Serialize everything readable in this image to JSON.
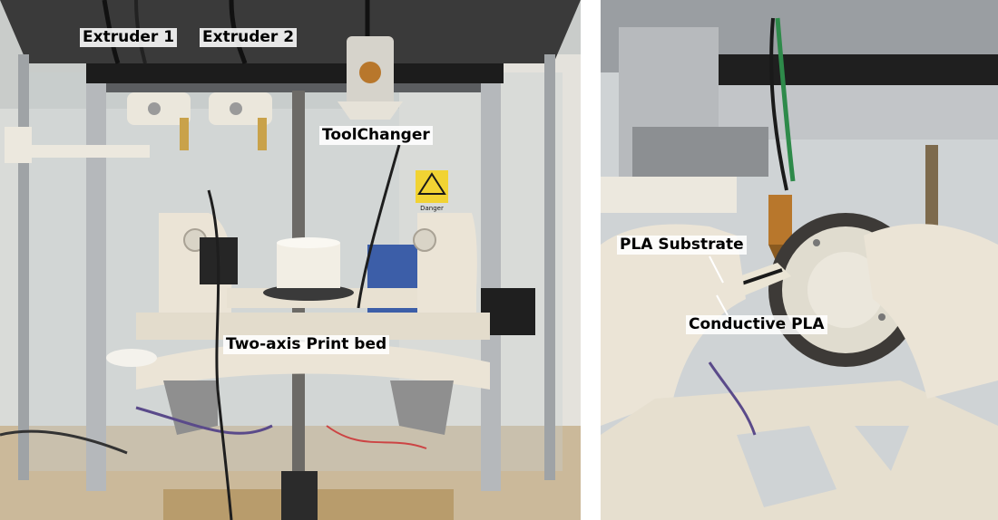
{
  "figure": {
    "left_panel": {
      "labels": {
        "extruder1": "Extruder 1",
        "extruder2": "Extruder 2",
        "toolchanger": "ToolChanger",
        "printbed": "Two-axis Print bed",
        "danger": "Danger"
      }
    },
    "right_panel": {
      "labels": {
        "substrate": "PLA Substrate",
        "conductive": "Conductive PLA"
      }
    }
  },
  "colors": {
    "label_text": "#000000",
    "printed_part": "#ebe4d6",
    "frame_dark": "#1c1c1c",
    "aluminium": "#b5b8bb",
    "nozzle_brass": "#b8772c"
  }
}
